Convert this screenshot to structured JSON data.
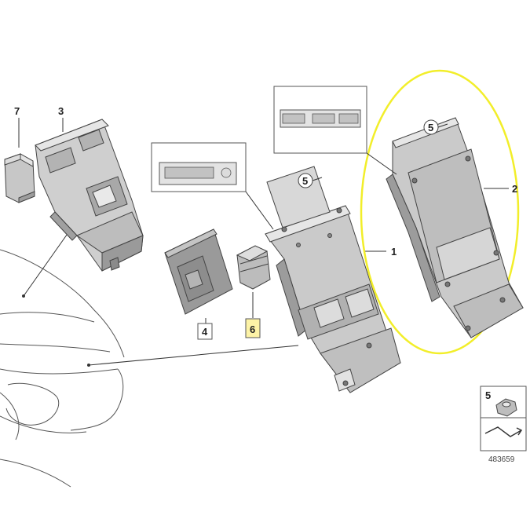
{
  "callouts": {
    "c1": "1",
    "c2": "2",
    "c3": "3",
    "c4": "4",
    "c5a": "5",
    "c5b": "5",
    "c5c": "5",
    "c6": "6",
    "c7": "7"
  },
  "legend": {
    "part_number": "5",
    "diagram_id": "483659"
  },
  "colors": {
    "highlight_ring": "#f2ee2a",
    "highlight_box": "#fdf3a6",
    "part_fill": "#c9c9c9",
    "part_dark": "#9c9c9c",
    "outline": "#444444"
  }
}
